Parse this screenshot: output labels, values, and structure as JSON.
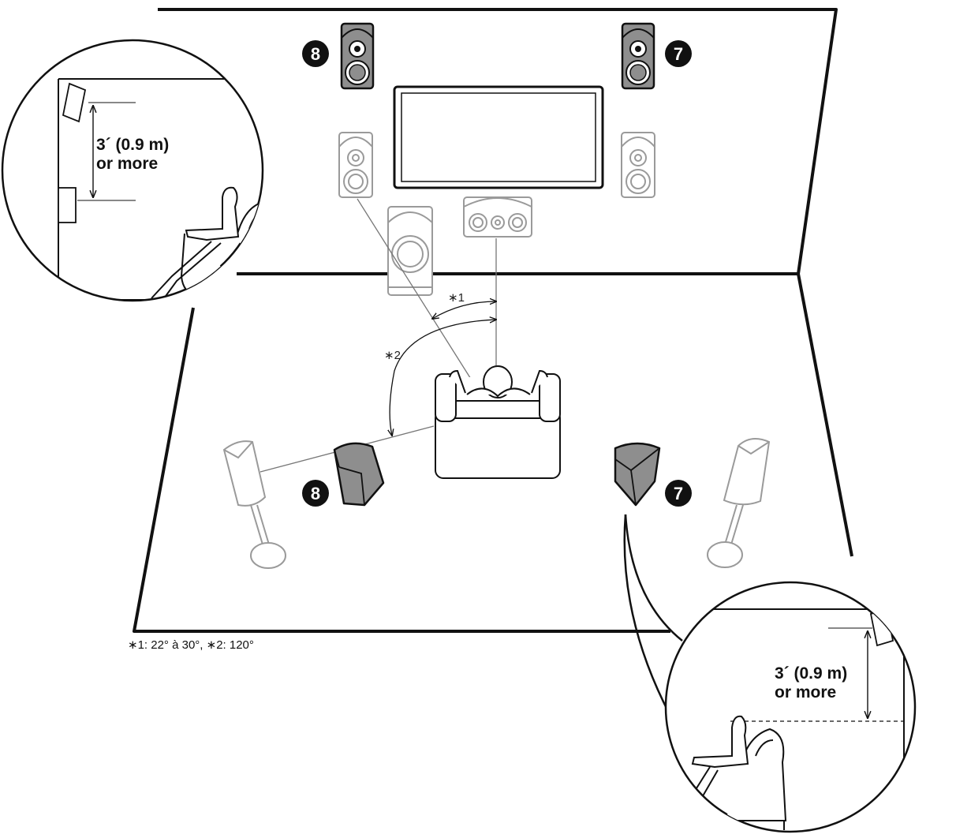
{
  "colors": {
    "line": "#111111",
    "inactive": "#9a9a9a",
    "active_fill": "#8e8e8e",
    "badge": "#111111"
  },
  "badges": {
    "speaker_8": "8",
    "speaker_7": "7"
  },
  "angles": {
    "a1_label": "∗1",
    "a2_label": "∗2"
  },
  "insets": {
    "top_left_text_line1": "3´ (0.9 m)",
    "top_left_text_line2": "or more",
    "bottom_right_text_line1": "3´ (0.9 m)",
    "bottom_right_text_line2": "or more"
  },
  "footnote": "∗1: 22° à 30°, ∗2: 120°",
  "icons": [
    "front-high-speaker-icon",
    "tv-icon",
    "front-speaker-icon",
    "center-speaker-icon",
    "subwoofer-icon",
    "listener-icon",
    "rear-high-speaker-icon",
    "surround-speaker-icon",
    "person-icon"
  ]
}
